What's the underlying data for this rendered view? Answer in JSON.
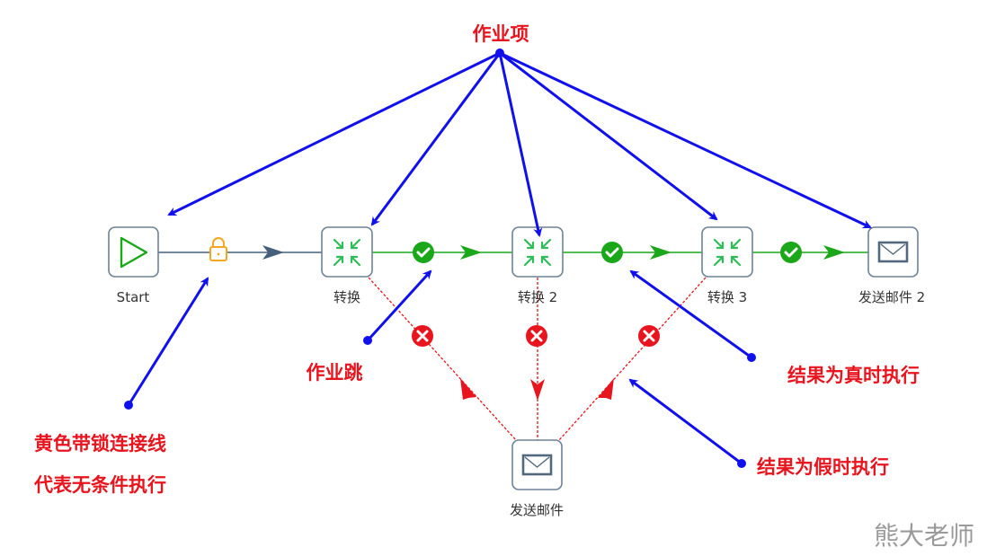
{
  "diagram": {
    "title_annotation": "作业项",
    "nodes": [
      {
        "id": "start",
        "label": "Start",
        "icon": "play-triangle-icon",
        "type": "start"
      },
      {
        "id": "t1",
        "label": "转换",
        "icon": "transform-arrows-icon",
        "type": "transformation"
      },
      {
        "id": "t2",
        "label": "转换 2",
        "icon": "transform-arrows-icon",
        "type": "transformation"
      },
      {
        "id": "t3",
        "label": "转换 3",
        "icon": "transform-arrows-icon",
        "type": "transformation"
      },
      {
        "id": "mail2",
        "label": "发送邮件 2",
        "icon": "envelope-icon",
        "type": "mail"
      },
      {
        "id": "mail",
        "label": "发送邮件",
        "icon": "envelope-icon",
        "type": "mail"
      }
    ],
    "hops": [
      {
        "from": "start",
        "to": "t1",
        "kind": "unconditional",
        "badge": "lock-icon"
      },
      {
        "from": "t1",
        "to": "t2",
        "kind": "true",
        "badge": "check-icon"
      },
      {
        "from": "t2",
        "to": "t3",
        "kind": "true",
        "badge": "check-icon"
      },
      {
        "from": "t3",
        "to": "mail2",
        "kind": "true",
        "badge": "check-icon"
      },
      {
        "from": "t1",
        "to": "mail",
        "kind": "false",
        "badge": "cross-icon"
      },
      {
        "from": "t2",
        "to": "mail",
        "kind": "false",
        "badge": "cross-icon"
      },
      {
        "from": "t3",
        "to": "mail",
        "kind": "false",
        "badge": "cross-icon"
      }
    ],
    "annotations": {
      "job_hop": "作业跳",
      "lock_line_1": "黄色带锁连接线",
      "lock_line_2": "代表无条件执行",
      "true_exec": "结果为真时执行",
      "false_exec": "结果为假时执行"
    },
    "watermark": "熊大老师",
    "colors": {
      "annotation_red": "#e8141e",
      "pointer_blue": "#1010ee",
      "hop_true_green": "#1aa81a",
      "hop_false_red": "#e8141e",
      "hop_unconditional": "#44607a",
      "lock_orange": "#f5a623",
      "node_border": "#6e8296",
      "transform_icon_green": "#2ebd59"
    }
  }
}
